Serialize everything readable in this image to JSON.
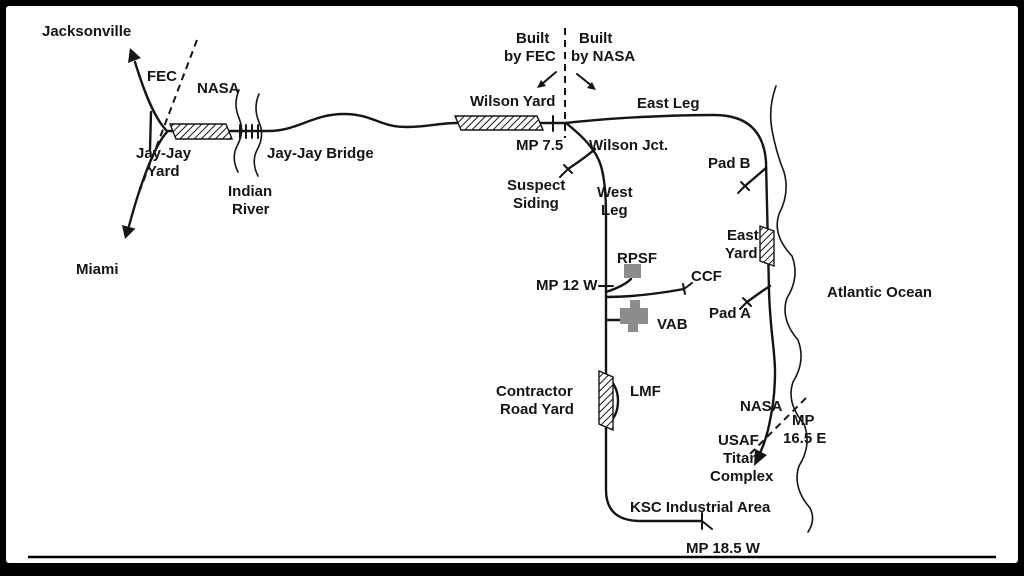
{
  "colors": {
    "track": "#151515",
    "text": "#151515",
    "building": "#8c8c8c",
    "canvas": "#ffffff",
    "frame": "#000000"
  },
  "labels": {
    "jacksonville": "Jacksonville",
    "miami": "Miami",
    "fec": "FEC",
    "nasa_west": "NASA",
    "jay_jay_yard_l1": "Jay-Jay",
    "jay_jay_yard_l2": "Yard",
    "jay_jay_bridge": "Jay-Jay Bridge",
    "indian_river_l1": "Indian",
    "indian_river_l2": "River",
    "wilson_yard": "Wilson Yard",
    "built_by_fec_l1": "Built",
    "built_by_fec_l2": "by FEC",
    "built_by_nasa_l1": "Built",
    "built_by_nasa_l2": "by NASA",
    "east_leg": "East Leg",
    "mp_7_5": "MP 7.5",
    "wilson_jct": "Wilson Jct.",
    "suspect_siding_l1": "Suspect",
    "suspect_siding_l2": "Siding",
    "west_leg_l1": "West",
    "west_leg_l2": "Leg",
    "pad_b": "Pad B",
    "east_yard_l1": "East",
    "east_yard_l2": "Yard",
    "pad_a": "Pad A",
    "atlantic_ocean": "Atlantic Ocean",
    "rpsf": "RPSF",
    "ccf": "CCF",
    "mp_12_w": "MP 12 W",
    "vab": "VAB",
    "contractor_road_yard_l1": "Contractor",
    "contractor_road_yard_l2": "Road Yard",
    "lmf": "LMF",
    "nasa_east": "NASA",
    "mp_16_5_e_l1": "MP",
    "mp_16_5_e_l2": "16.5 E",
    "usaf_titan_l1": "USAF",
    "usaf_titan_l2": "Titan",
    "usaf_titan_l3": "Complex",
    "ksc_industrial_area": "KSC Industrial Area",
    "mp_18_5_w": "MP 18.5 W"
  }
}
